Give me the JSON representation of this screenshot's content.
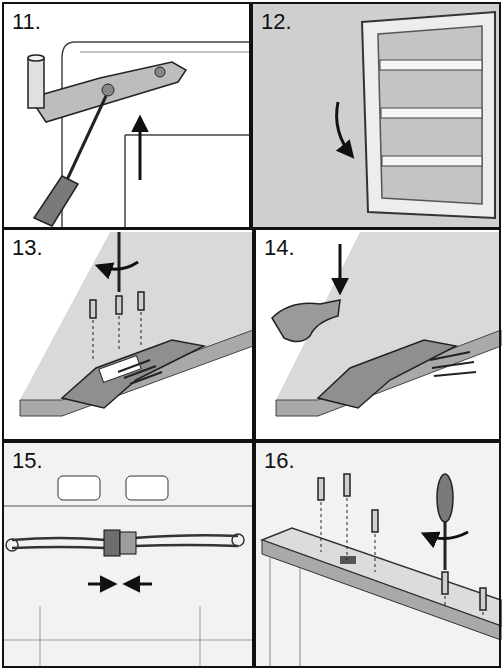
{
  "diagram": {
    "nodes": [
      {
        "text": [
          "11."
        ]
      },
      {
        "text": [
          "12."
        ]
      },
      {
        "text": [
          "13."
        ]
      },
      {
        "text": [
          "14."
        ]
      },
      {
        "text": [
          "15."
        ]
      },
      {
        "text": [
          "16."
        ]
      }
    ]
  }
}
